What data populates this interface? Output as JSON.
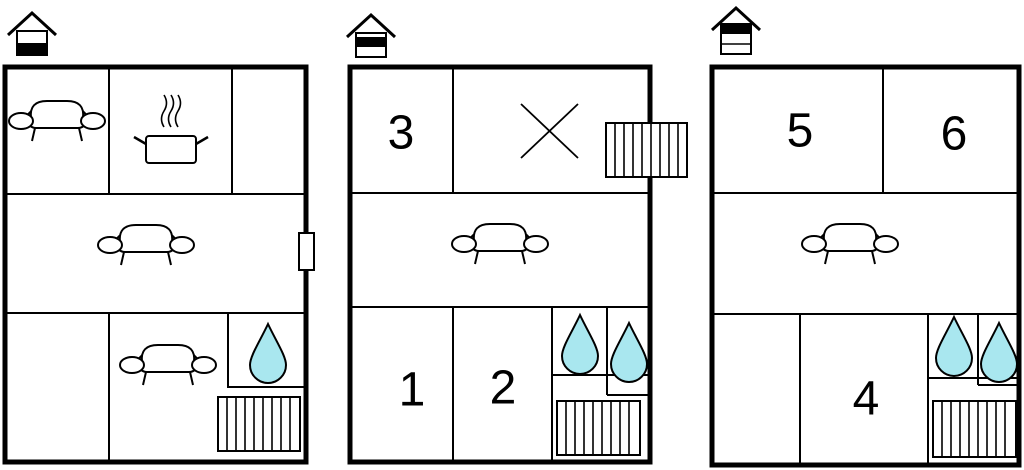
{
  "floors": [
    {
      "id": "ground",
      "floor_icon": "house-floor-level-1-icon",
      "rooms": [
        {
          "icons": [
            "sofa-icon"
          ]
        },
        {
          "icons": [
            "cooking-pot-icon"
          ]
        },
        {
          "icons": []
        },
        {
          "icons": [
            "sofa-icon"
          ]
        },
        {
          "icons": []
        },
        {
          "icons": [
            "sofa-icon"
          ]
        },
        {
          "icons": [
            "water-drop-icon",
            "radiator-icon"
          ]
        }
      ],
      "door_icon": "door-icon"
    },
    {
      "id": "first",
      "floor_icon": "house-floor-level-2-icon",
      "rooms": [
        {
          "number": "3"
        },
        {
          "icons": [
            "cross-icon"
          ]
        },
        {
          "icons": [
            "sofa-icon"
          ]
        },
        {
          "number": "1"
        },
        {
          "number": "2"
        },
        {
          "icons": [
            "water-drop-icon",
            "water-drop-icon",
            "radiator-icon"
          ]
        }
      ],
      "balcony_icon": "radiator-icon"
    },
    {
      "id": "second",
      "floor_icon": "house-floor-level-3-icon",
      "rooms": [
        {
          "number": "5"
        },
        {
          "number": "6"
        },
        {
          "icons": [
            "sofa-icon"
          ]
        },
        {
          "icons": []
        },
        {
          "number": "4"
        },
        {
          "icons": [
            "water-drop-icon",
            "water-drop-icon",
            "radiator-icon"
          ]
        }
      ]
    }
  ],
  "colors": {
    "water": "#a9e7ef",
    "line": "#000000",
    "background": "#ffffff"
  }
}
